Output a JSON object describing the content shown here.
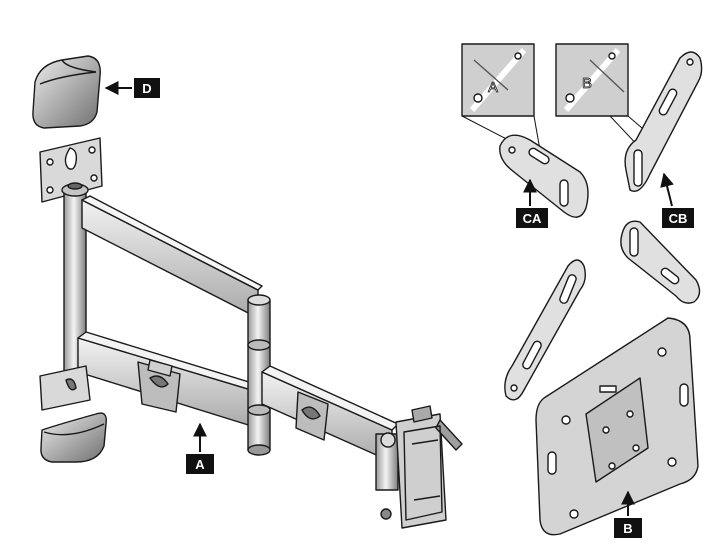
{
  "labels": {
    "a": "A",
    "b": "B",
    "ca": "CA",
    "cb": "CB",
    "d": "D"
  },
  "insets": {
    "left_letter": "A",
    "right_letter": "B"
  },
  "colors": {
    "line": "#1a1a1a",
    "metal_light": "#e6e6e6",
    "metal_mid": "#c8c8c8",
    "metal_dark": "#8f8f8f",
    "label_bg": "#111111",
    "label_text": "#ffffff"
  }
}
